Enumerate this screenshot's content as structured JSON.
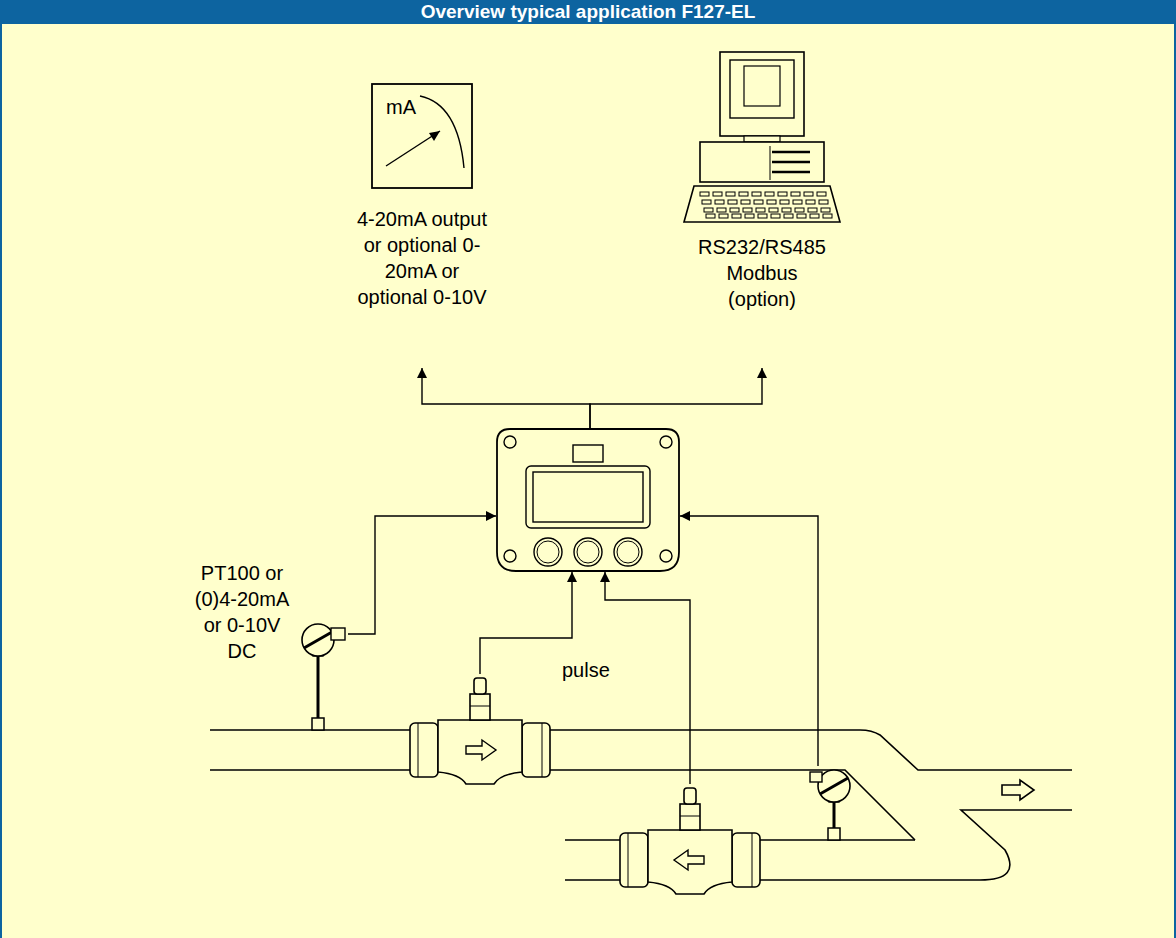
{
  "diagram": {
    "title": "Overview typical application F127-EL",
    "nodes": [
      {
        "text": [
          "mA",
          "4-20mA output or optional 0-20mA or optional 0-10V"
        ]
      },
      {
        "text": [
          "RS232/RS485 Modbus (option)"
        ]
      },
      {
        "text": []
      },
      {
        "text": [
          "PT100 or (0)4-20mA or 0-10V DC"
        ]
      },
      {
        "text": []
      },
      {
        "text": []
      },
      {
        "text": []
      }
    ],
    "edges": [
      {
        "from": 2,
        "to": 0,
        "arrow": "to"
      },
      {
        "from": 2,
        "to": 1,
        "arrow": "to"
      },
      {
        "from": 3,
        "to": 2,
        "arrow": "to"
      },
      {
        "from": 4,
        "to": 2,
        "arrow": "to"
      },
      {
        "from": 5,
        "to": 2,
        "arrow": "to"
      },
      {
        "from": 6,
        "to": 2,
        "arrow": "to"
      }
    ],
    "labels": [
      "pulse"
    ]
  }
}
